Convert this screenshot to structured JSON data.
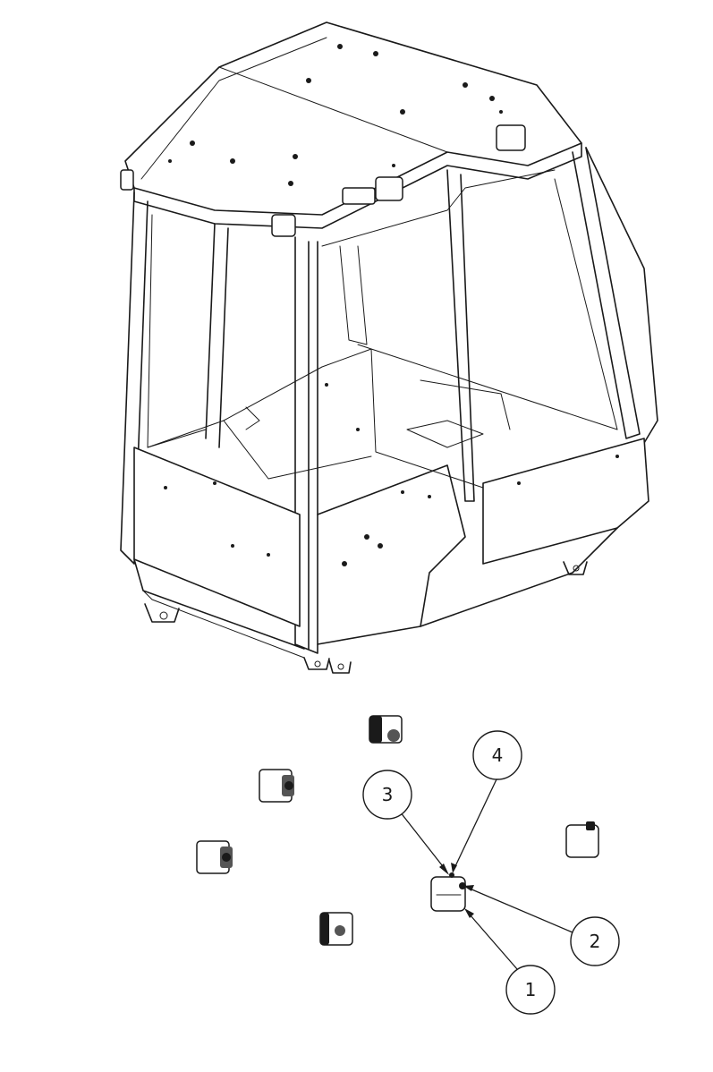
{
  "balloons": [
    {
      "id": "1",
      "label": "1"
    },
    {
      "id": "2",
      "label": "2"
    },
    {
      "id": "3",
      "label": "3"
    },
    {
      "id": "4",
      "label": "4"
    }
  ],
  "colors": {
    "line": "#1a1a1a",
    "background": "#ffffff"
  }
}
